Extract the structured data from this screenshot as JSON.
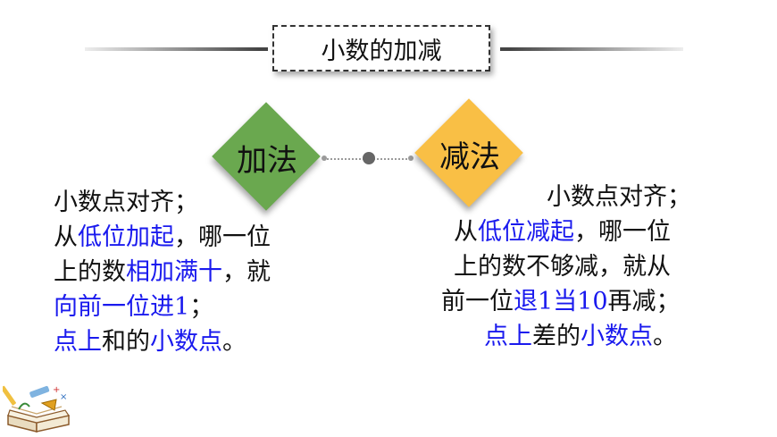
{
  "title": "小数的加减",
  "addition": {
    "label": "加法",
    "lines": [
      [
        {
          "t": "小数点对齐；",
          "hl": false
        }
      ],
      [
        {
          "t": "从",
          "hl": false
        },
        {
          "t": "低位加起",
          "hl": true
        },
        {
          "t": "，哪一位",
          "hl": false
        }
      ],
      [
        {
          "t": "上的数",
          "hl": false
        },
        {
          "t": "相加满十",
          "hl": true
        },
        {
          "t": "，就",
          "hl": false
        }
      ],
      [
        {
          "t": "向前一位进1",
          "hl": true
        },
        {
          "t": "；",
          "hl": false
        }
      ],
      [
        {
          "t": "点上",
          "hl": true
        },
        {
          "t": "和的",
          "hl": false
        },
        {
          "t": "小数点",
          "hl": true
        },
        {
          "t": "。",
          "hl": false
        }
      ]
    ]
  },
  "subtraction": {
    "label": "减法",
    "lines": [
      [
        {
          "t": "小数点对齐；",
          "hl": false
        }
      ],
      [
        {
          "t": "从",
          "hl": false
        },
        {
          "t": "低位减起",
          "hl": true
        },
        {
          "t": "，哪一位",
          "hl": false
        }
      ],
      [
        {
          "t": "上的数不够减，就从",
          "hl": false
        }
      ],
      [
        {
          "t": "前一位",
          "hl": false
        },
        {
          "t": "退1当10",
          "hl": true
        },
        {
          "t": "再减；",
          "hl": false
        }
      ],
      [
        {
          "t": "点上",
          "hl": true
        },
        {
          "t": "差的",
          "hl": false
        },
        {
          "t": "小数点",
          "hl": true
        },
        {
          "t": "。",
          "hl": false
        }
      ]
    ]
  },
  "colors": {
    "highlight": "#1a1aee",
    "add_diamond": "#6aa84f",
    "sub_diamond": "#f9bf45"
  },
  "icons": {
    "corner": "books-and-stationery-icon"
  }
}
